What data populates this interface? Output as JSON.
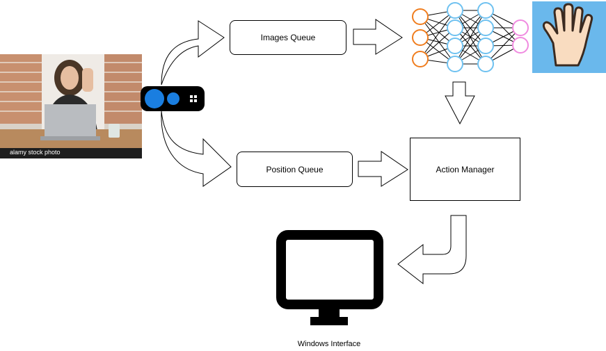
{
  "diagram": {
    "nodes": {
      "images_queue": "Images Queue",
      "position_queue": "Position Queue",
      "action_manager": "Action Manager",
      "windows_interface": "Windows Interface"
    },
    "photo_watermark": "alamy stock photo",
    "icons": {
      "input_photo": "person-gesture-photo",
      "camera": "webcam-icon",
      "neural_network": "neural-network-icon",
      "gesture_output": "open-hand-icon",
      "monitor": "monitor-icon"
    },
    "colors": {
      "network_input": "#f07d1e",
      "network_hidden": "#6ec1f0",
      "network_output": "#f08ae0",
      "camera_lens": "#1a7ee0",
      "hand_background": "#6ab8ec"
    }
  }
}
